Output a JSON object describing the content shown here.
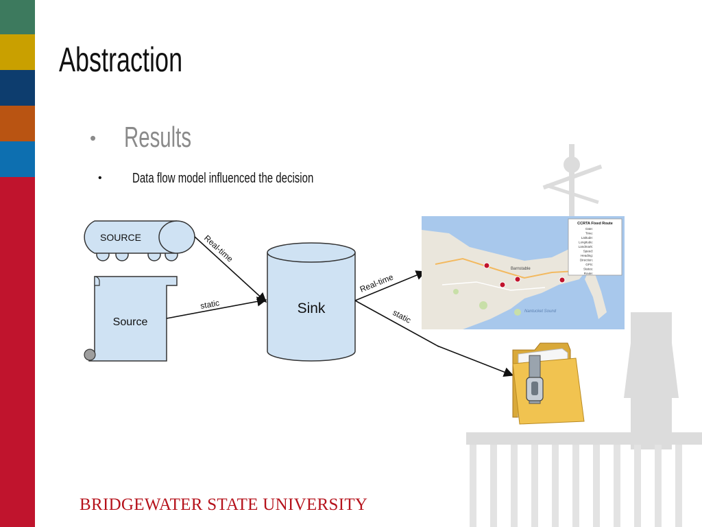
{
  "slide": {
    "title": "Abstraction",
    "bullet_level1": "Results",
    "bullet_level2": "Data flow model influenced the decision",
    "footer_logo_text": "BRIDGEWATER STATE UNIVERSITY"
  },
  "colors": {
    "stripe_green": "#3d7a5e",
    "stripe_gold": "#c9a000",
    "stripe_navy": "#0d3d6e",
    "stripe_orange": "#b95412",
    "stripe_blue": "#0d6fb0",
    "stripe_red": "#c0142d",
    "shape_fill": "#cfe2f3",
    "footer_red": "#b5121b"
  },
  "diagram": {
    "source_db_label": "SOURCE",
    "source_doc_label": "Source",
    "sink_label": "Sink",
    "edge_realtime_in": "Real-time",
    "edge_static_in": "static",
    "edge_realtime_out": "Real-time",
    "edge_static_out": "static"
  },
  "map": {
    "panel_title": "CCRTA Fixed Route",
    "place_label_1": "Barnstable",
    "place_label_2": "Nantucket Sound",
    "info_rows": [
      "Date:",
      "Time:",
      "Latitude:",
      "Longitude:",
      "Landmark:",
      "Speed:",
      "Heading:",
      "Direction:",
      "GPS:",
      "Status:",
      "Route:"
    ]
  },
  "icons": [
    "bullet-dot-icon",
    "zip-folder-icon",
    "map-marker-icon",
    "lighthouse-watermark-icon"
  ]
}
